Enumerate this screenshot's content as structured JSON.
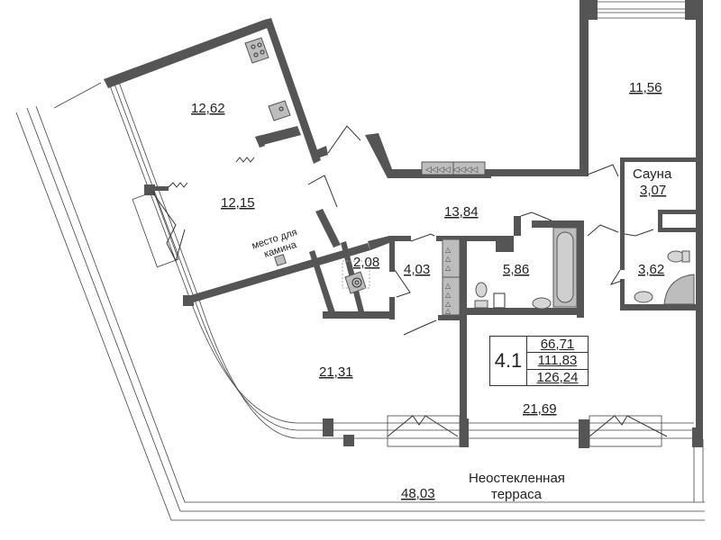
{
  "plan": {
    "apartment_number": "4.1",
    "areas_summary": [
      "66,71",
      "111,83",
      "126,24"
    ],
    "colors": {
      "wall": "#555555",
      "fixture": "#bdbdbd",
      "background": "#ffffff",
      "text": "#222222"
    },
    "rooms": [
      {
        "id": "kitchen",
        "area": "12,62"
      },
      {
        "id": "dining",
        "area": "12,15"
      },
      {
        "id": "fireplace_note",
        "label": "место для камина",
        "line1": "место для",
        "line2": "камина"
      },
      {
        "id": "bedroom",
        "area": "11,56"
      },
      {
        "id": "sauna",
        "label": "Сауна",
        "area": "3,07"
      },
      {
        "id": "hall",
        "area": "13,84"
      },
      {
        "id": "laundry",
        "area": "2,08"
      },
      {
        "id": "wardrobe",
        "area": "4,03"
      },
      {
        "id": "bathroom",
        "area": "5,86"
      },
      {
        "id": "shower_wc",
        "area": "3,62"
      },
      {
        "id": "living",
        "area": "21,31"
      },
      {
        "id": "bedroom2",
        "area": "21,69"
      },
      {
        "id": "terrace",
        "area": "48,03",
        "label": "Неостекленная терраса",
        "line1": "Неостекленная",
        "line2": "терраса"
      }
    ]
  }
}
